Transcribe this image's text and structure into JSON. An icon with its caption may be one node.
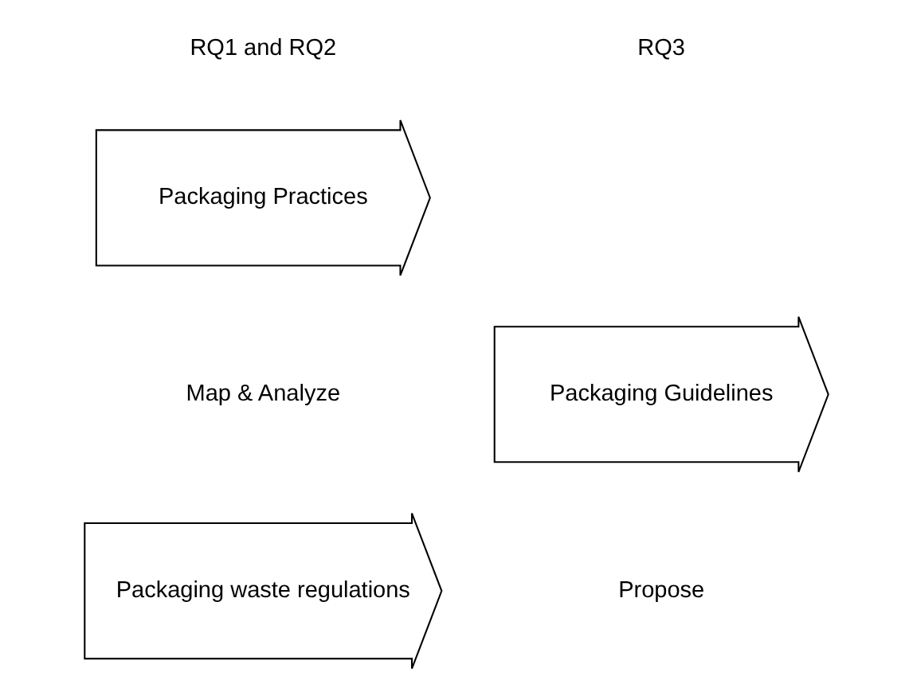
{
  "diagram": {
    "nodes": [
      {
        "text": [
          "Packaging Practices"
        ]
      },
      {
        "text": [
          "Packaging Guidelines"
        ]
      },
      {
        "text": [
          "Packaging waste regulations"
        ]
      }
    ],
    "labels": [
      "RQ1 and RQ2",
      "RQ3",
      "Map & Analyze",
      "Propose"
    ]
  }
}
